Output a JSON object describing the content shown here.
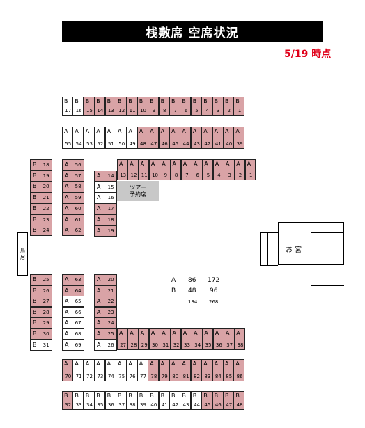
{
  "header": {
    "title": "桟敷席 空席状況",
    "timestamp": "5/19 時点"
  },
  "tour": {
    "line1": "ツアー",
    "line2": "予約席"
  },
  "side_left": {
    "line1": "鳥",
    "line2": "居"
  },
  "shrine": {
    "label": "お 宮"
  },
  "legend": {
    "row_a_label": "A",
    "row_a_v1": "86",
    "row_a_v2": "172",
    "row_b_label": "B",
    "row_b_v1": "48",
    "row_b_v2": "96",
    "total_v1": "134",
    "total_v2": "268"
  },
  "seats": [
    {
      "c": "B",
      "n": "17",
      "t": false
    },
    {
      "c": "B",
      "n": "16",
      "t": false
    },
    {
      "c": "B",
      "n": "15",
      "t": true
    },
    {
      "c": "B",
      "n": "14",
      "t": true
    },
    {
      "c": "B",
      "n": "13",
      "t": true
    },
    {
      "c": "B",
      "n": "12",
      "t": true
    },
    {
      "c": "B",
      "n": "11",
      "t": true
    },
    {
      "c": "B",
      "n": "10",
      "t": true
    },
    {
      "c": "B",
      "n": "9",
      "t": true
    },
    {
      "c": "B",
      "n": "8",
      "t": true
    },
    {
      "c": "B",
      "n": "7",
      "t": true
    },
    {
      "c": "B",
      "n": "6",
      "t": true
    },
    {
      "c": "B",
      "n": "5",
      "t": true
    },
    {
      "c": "B",
      "n": "4",
      "t": true
    },
    {
      "c": "B",
      "n": "3",
      "t": true
    },
    {
      "c": "B",
      "n": "2",
      "t": true
    },
    {
      "c": "B",
      "n": "1",
      "t": true
    },
    {
      "c": "A",
      "n": "55",
      "t": false
    },
    {
      "c": "A",
      "n": "54",
      "t": false
    },
    {
      "c": "A",
      "n": "53",
      "t": false
    },
    {
      "c": "A",
      "n": "52",
      "t": false
    },
    {
      "c": "A",
      "n": "51",
      "t": false
    },
    {
      "c": "A",
      "n": "50",
      "t": false
    },
    {
      "c": "A",
      "n": "49",
      "t": false
    },
    {
      "c": "A",
      "n": "48",
      "t": true
    },
    {
      "c": "A",
      "n": "47",
      "t": true
    },
    {
      "c": "A",
      "n": "46",
      "t": true
    },
    {
      "c": "A",
      "n": "45",
      "t": true
    },
    {
      "c": "A",
      "n": "44",
      "t": true
    },
    {
      "c": "A",
      "n": "43",
      "t": true
    },
    {
      "c": "A",
      "n": "42",
      "t": true
    },
    {
      "c": "A",
      "n": "41",
      "t": true
    },
    {
      "c": "A",
      "n": "40",
      "t": true
    },
    {
      "c": "A",
      "n": "39",
      "t": true
    },
    {
      "c": "A",
      "n": "13",
      "t": true
    },
    {
      "c": "A",
      "n": "12",
      "t": true
    },
    {
      "c": "A",
      "n": "11",
      "t": true
    },
    {
      "c": "A",
      "n": "10",
      "t": true
    },
    {
      "c": "A",
      "n": "9",
      "t": true
    },
    {
      "c": "A",
      "n": "8",
      "t": true
    },
    {
      "c": "A",
      "n": "7",
      "t": true
    },
    {
      "c": "A",
      "n": "6",
      "t": true
    },
    {
      "c": "A",
      "n": "5",
      "t": true
    },
    {
      "c": "A",
      "n": "4",
      "t": true
    },
    {
      "c": "A",
      "n": "3",
      "t": true
    },
    {
      "c": "A",
      "n": "2",
      "t": true
    },
    {
      "c": "A",
      "n": "1",
      "t": true
    },
    {
      "c": "B",
      "n": "18",
      "t": true
    },
    {
      "c": "B",
      "n": "19",
      "t": true
    },
    {
      "c": "B",
      "n": "20",
      "t": true
    },
    {
      "c": "B",
      "n": "21",
      "t": true
    },
    {
      "c": "B",
      "n": "22",
      "t": true
    },
    {
      "c": "B",
      "n": "23",
      "t": true
    },
    {
      "c": "B",
      "n": "24",
      "t": true
    },
    {
      "c": "A",
      "n": "56",
      "t": true
    },
    {
      "c": "A",
      "n": "57",
      "t": true
    },
    {
      "c": "A",
      "n": "58",
      "t": true
    },
    {
      "c": "A",
      "n": "59",
      "t": true
    },
    {
      "c": "A",
      "n": "60",
      "t": true
    },
    {
      "c": "A",
      "n": "61",
      "t": true
    },
    {
      "c": "A",
      "n": "62",
      "t": true
    },
    {
      "c": "A",
      "n": "14",
      "t": true
    },
    {
      "c": "A",
      "n": "15",
      "t": false
    },
    {
      "c": "A",
      "n": "16",
      "t": false
    },
    {
      "c": "A",
      "n": "17",
      "t": true
    },
    {
      "c": "A",
      "n": "18",
      "t": true
    },
    {
      "c": "A",
      "n": "19",
      "t": true
    },
    {
      "c": "B",
      "n": "25",
      "t": true
    },
    {
      "c": "B",
      "n": "26",
      "t": true
    },
    {
      "c": "B",
      "n": "27",
      "t": true
    },
    {
      "c": "B",
      "n": "28",
      "t": true
    },
    {
      "c": "B",
      "n": "29",
      "t": true
    },
    {
      "c": "B",
      "n": "30",
      "t": true
    },
    {
      "c": "B",
      "n": "31",
      "t": false
    },
    {
      "c": "A",
      "n": "63",
      "t": true
    },
    {
      "c": "A",
      "n": "64",
      "t": true
    },
    {
      "c": "A",
      "n": "65",
      "t": false
    },
    {
      "c": "A",
      "n": "66",
      "t": false
    },
    {
      "c": "A",
      "n": "67",
      "t": false
    },
    {
      "c": "A",
      "n": "68",
      "t": false
    },
    {
      "c": "A",
      "n": "69",
      "t": false
    },
    {
      "c": "A",
      "n": "20",
      "t": true
    },
    {
      "c": "A",
      "n": "21",
      "t": true
    },
    {
      "c": "A",
      "n": "22",
      "t": true
    },
    {
      "c": "A",
      "n": "23",
      "t": true
    },
    {
      "c": "A",
      "n": "24",
      "t": true
    },
    {
      "c": "A",
      "n": "25",
      "t": true
    },
    {
      "c": "A",
      "n": "26",
      "t": false
    },
    {
      "c": "A",
      "n": "27",
      "t": true
    },
    {
      "c": "A",
      "n": "28",
      "t": true
    },
    {
      "c": "A",
      "n": "29",
      "t": true
    },
    {
      "c": "A",
      "n": "30",
      "t": true
    },
    {
      "c": "A",
      "n": "31",
      "t": true
    },
    {
      "c": "A",
      "n": "32",
      "t": true
    },
    {
      "c": "A",
      "n": "33",
      "t": true
    },
    {
      "c": "A",
      "n": "34",
      "t": true
    },
    {
      "c": "A",
      "n": "35",
      "t": true
    },
    {
      "c": "A",
      "n": "36",
      "t": true
    },
    {
      "c": "A",
      "n": "37",
      "t": true
    },
    {
      "c": "A",
      "n": "38",
      "t": true
    },
    {
      "c": "A",
      "n": "70",
      "t": true
    },
    {
      "c": "A",
      "n": "71",
      "t": false
    },
    {
      "c": "A",
      "n": "72",
      "t": false
    },
    {
      "c": "A",
      "n": "73",
      "t": false
    },
    {
      "c": "A",
      "n": "74",
      "t": false
    },
    {
      "c": "A",
      "n": "75",
      "t": false
    },
    {
      "c": "A",
      "n": "76",
      "t": false
    },
    {
      "c": "A",
      "n": "77",
      "t": false
    },
    {
      "c": "A",
      "n": "78",
      "t": true
    },
    {
      "c": "A",
      "n": "79",
      "t": true
    },
    {
      "c": "A",
      "n": "80",
      "t": true
    },
    {
      "c": "A",
      "n": "81",
      "t": true
    },
    {
      "c": "A",
      "n": "82",
      "t": true
    },
    {
      "c": "A",
      "n": "83",
      "t": true
    },
    {
      "c": "A",
      "n": "84",
      "t": true
    },
    {
      "c": "A",
      "n": "85",
      "t": true
    },
    {
      "c": "A",
      "n": "86",
      "t": true
    },
    {
      "c": "B",
      "n": "32",
      "t": true
    },
    {
      "c": "B",
      "n": "33",
      "t": false
    },
    {
      "c": "B",
      "n": "34",
      "t": false
    },
    {
      "c": "B",
      "n": "35",
      "t": false
    },
    {
      "c": "B",
      "n": "36",
      "t": false
    },
    {
      "c": "B",
      "n": "37",
      "t": false
    },
    {
      "c": "B",
      "n": "38",
      "t": false
    },
    {
      "c": "B",
      "n": "39",
      "t": false
    },
    {
      "c": "B",
      "n": "40",
      "t": false
    },
    {
      "c": "B",
      "n": "41",
      "t": false
    },
    {
      "c": "B",
      "n": "42",
      "t": false
    },
    {
      "c": "B",
      "n": "43",
      "t": false
    },
    {
      "c": "B",
      "n": "44",
      "t": false
    },
    {
      "c": "B",
      "n": "45",
      "t": true
    },
    {
      "c": "B",
      "n": "46",
      "t": true
    },
    {
      "c": "B",
      "n": "47",
      "t": true
    },
    {
      "c": "B",
      "n": "48",
      "t": true
    }
  ],
  "colors": {
    "taken": "#d9a3a6",
    "free": "#ffffff",
    "title_bg": "#000000",
    "timestamp": "#e0001a"
  }
}
